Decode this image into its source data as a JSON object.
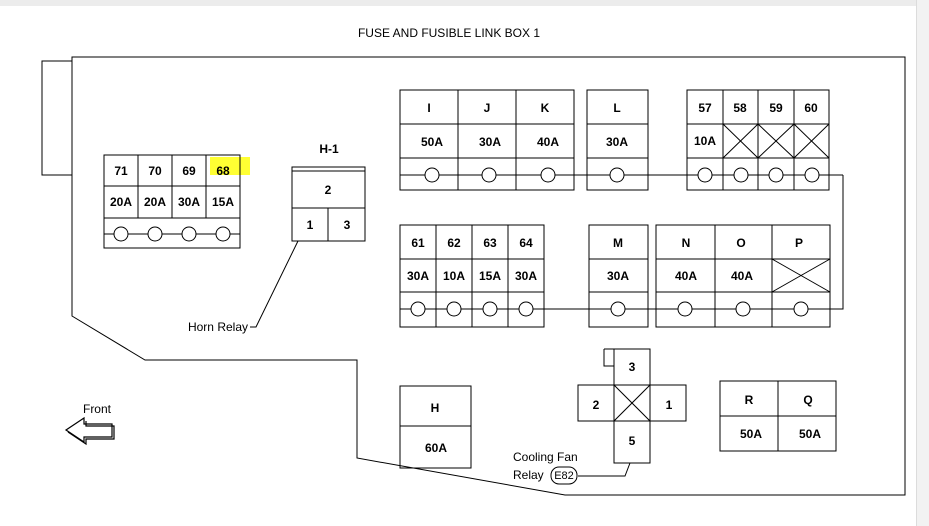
{
  "title": "FUSE AND FUSIBLE LINK BOX 1",
  "highlight_color": "#ffff33",
  "group_71_68": {
    "labels": [
      "71",
      "70",
      "69",
      "68"
    ],
    "ratings": [
      "20A",
      "20A",
      "30A",
      "15A"
    ]
  },
  "relay_h1": {
    "title": "H-1",
    "pin_top": "2",
    "pin_left": "1",
    "pin_right": "3",
    "caption": "Horn Relay"
  },
  "group_ijk": {
    "labels": [
      "I",
      "J",
      "K"
    ],
    "ratings": [
      "50A",
      "30A",
      "40A"
    ]
  },
  "group_l": {
    "label": "L",
    "rating": "30A"
  },
  "group_57_60": {
    "labels": [
      "57",
      "58",
      "59",
      "60"
    ],
    "rating_57": "10A"
  },
  "group_61_64": {
    "labels": [
      "61",
      "62",
      "63",
      "64"
    ],
    "ratings": [
      "30A",
      "10A",
      "15A",
      "30A"
    ]
  },
  "group_m": {
    "label": "M",
    "rating": "30A"
  },
  "group_nop": {
    "labels": [
      "N",
      "O",
      "P"
    ],
    "ratings": [
      "40A",
      "40A"
    ]
  },
  "link_h": {
    "label": "H",
    "rating": "60A"
  },
  "cooling_relay": {
    "pin_top": "3",
    "pin_left": "2",
    "pin_right": "1",
    "pin_bottom": "5",
    "caption_line1": "Cooling Fan",
    "caption_line2": "Relay",
    "connector": "E82"
  },
  "group_rq": {
    "labels": [
      "R",
      "Q"
    ],
    "ratings": [
      "50A",
      "50A"
    ]
  },
  "front_label": "Front"
}
